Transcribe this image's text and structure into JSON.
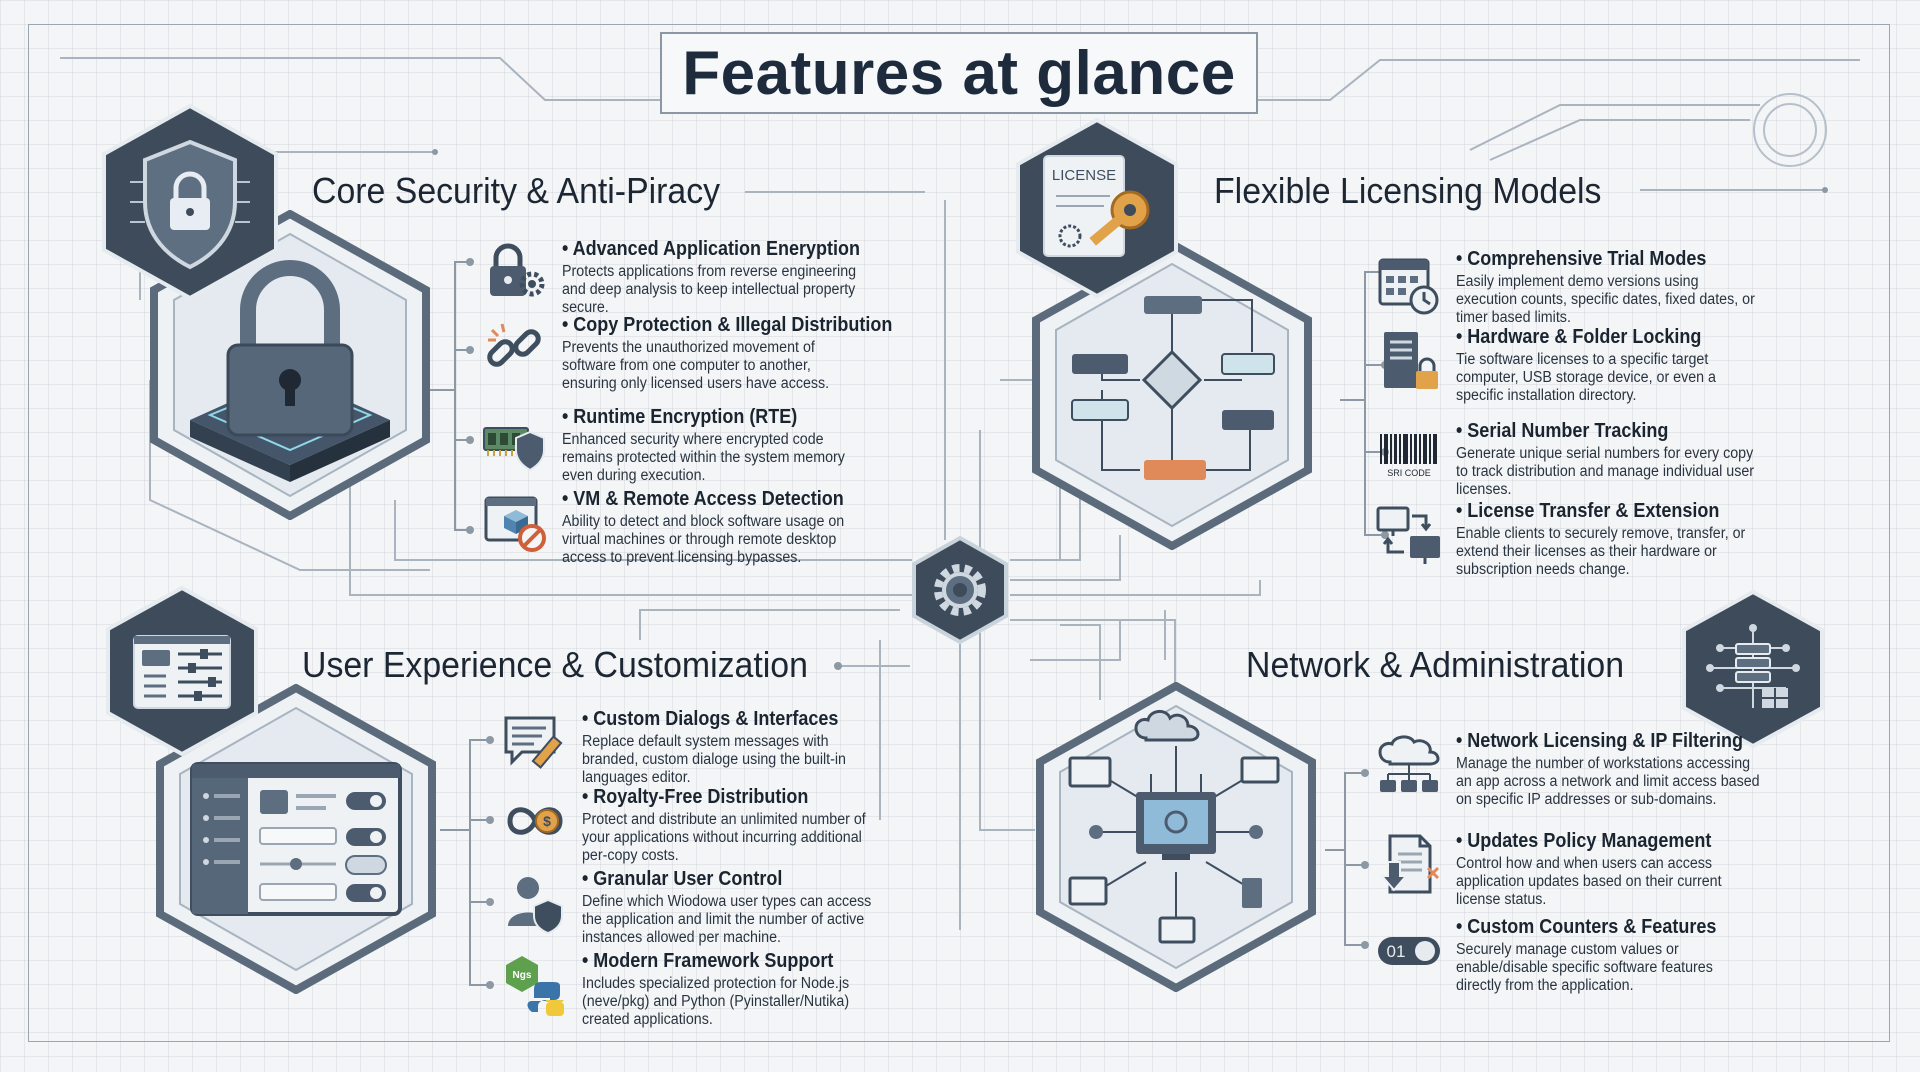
{
  "title": "Features at glance",
  "sections": [
    {
      "title": "Core Security & Anti-Piracy",
      "features": [
        {
          "title": "Advanced Application Eneryption",
          "desc": "Protects applications from reverse engineering and deep analysis to keep intellectual property secure.",
          "icon": "padlock-gear-icon"
        },
        {
          "title": "Copy Protection & Illegal Distribution",
          "desc": "Prevents the unauthorized movement of software from one computer to another, ensuring only licensed users have access.",
          "icon": "broken-chain-icon"
        },
        {
          "title": "Runtime Encryption (RTE)",
          "desc": "Enhanced security where encrypted code remains protected within the system memory even during execution.",
          "icon": "memory-shield-icon"
        },
        {
          "title": "VM & Remote Access Detection",
          "desc": "Ability to detect and block software usage on virtual machines or through remote desktop access to prevent licensing bypasses.",
          "icon": "vm-block-icon"
        }
      ]
    },
    {
      "title": "Flexible Licensing Models",
      "badge_text": "LICENSE",
      "features": [
        {
          "title": "Comprehensive Trial Modes",
          "desc": "Easily implement demo versions using execution counts, specific dates, fixed dates, or timer based limits.",
          "icon": "calendar-clock-icon"
        },
        {
          "title": "Hardware & Folder Locking",
          "desc": "Tie software licenses to a specific target computer, USB storage device, or even a specific installation directory.",
          "icon": "server-lock-icon"
        },
        {
          "title": "Serial Number Tracking",
          "desc": "Generate unique serial numbers for every copy to track distribution and manage individual user licenses.",
          "icon": "barcode-icon",
          "icon_text": "SRI CODE"
        },
        {
          "title": "License Transfer & Extension",
          "desc": "Enable clients to securely remove, transfer, or extend their licenses as their hardware or subscription needs change.",
          "icon": "transfer-monitors-icon"
        }
      ]
    },
    {
      "title": "User Experience & Customization",
      "features": [
        {
          "title": "Custom Dialogs & Interfaces",
          "desc": "Replace default system messages with branded, custom dialoge using the built-in languages editor.",
          "icon": "dialog-pencil-icon"
        },
        {
          "title": "Royalty-Free Distribution",
          "desc": "Protect and distribute an unlimited number of your applications without incurring additional per-copy costs.",
          "icon": "infinity-dollar-icon"
        },
        {
          "title": "Granular User Control",
          "desc": "Define which Wiodowa user types can access the application and limit the number of active instances allowed per machine.",
          "icon": "user-shield-icon"
        },
        {
          "title": "Modern Framework Support",
          "desc": "Includes specialized protection for Node.js (neve/pkg) and Python (Pyinstaller/Nutika) created applications.",
          "icon": "node-python-icon",
          "icon_text": "Ngs"
        }
      ]
    },
    {
      "title": "Network & Administration",
      "features": [
        {
          "title": "Network Licensing & IP Filtering",
          "desc": "Manage the number of workstations accessing an app across a network and limit access based on specific IP addresses or sub-domains.",
          "icon": "cloud-network-icon"
        },
        {
          "title": "Updates Policy Management",
          "desc": "Control how and when users can access application updates based on their current license status.",
          "icon": "document-download-icon"
        },
        {
          "title": "Custom Counters & Features",
          "desc": "Securely manage custom values or enable/disable specific software features directly from the application.",
          "icon": "toggle-counter-icon",
          "icon_text": "01"
        }
      ]
    }
  ],
  "colors": {
    "slate": "#3f4e5f",
    "accent": "#e08a5a",
    "cyan": "#8fd8ea",
    "light": "#dce4ec"
  }
}
